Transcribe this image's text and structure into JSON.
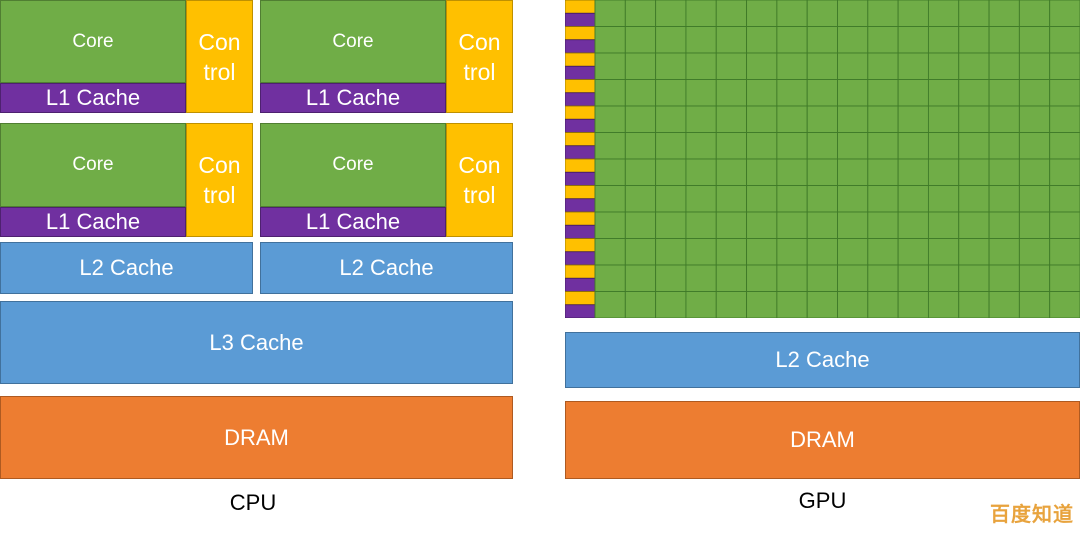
{
  "cpu": {
    "core_label": "Core",
    "control_label": "Con\ntrol",
    "l1_label": "L1 Cache",
    "l2_label": "L2 Cache",
    "l3_label": "L3 Cache",
    "dram_label": "DRAM",
    "title": "CPU"
  },
  "gpu": {
    "l2_label": "L2 Cache",
    "dram_label": "DRAM",
    "title": "GPU",
    "grid": {
      "rows": 12,
      "columns": 16,
      "alu_color": "#70ad47",
      "control_color": "#ffc000",
      "cache_color": "#7030a0"
    }
  },
  "colors": {
    "core": "#70ad47",
    "control": "#ffc000",
    "l1_cache": "#7030a0",
    "l2_cache": "#5b9bd5",
    "l3_cache": "#5b9bd5",
    "dram": "#ed7d31"
  },
  "watermark": "百度知道"
}
